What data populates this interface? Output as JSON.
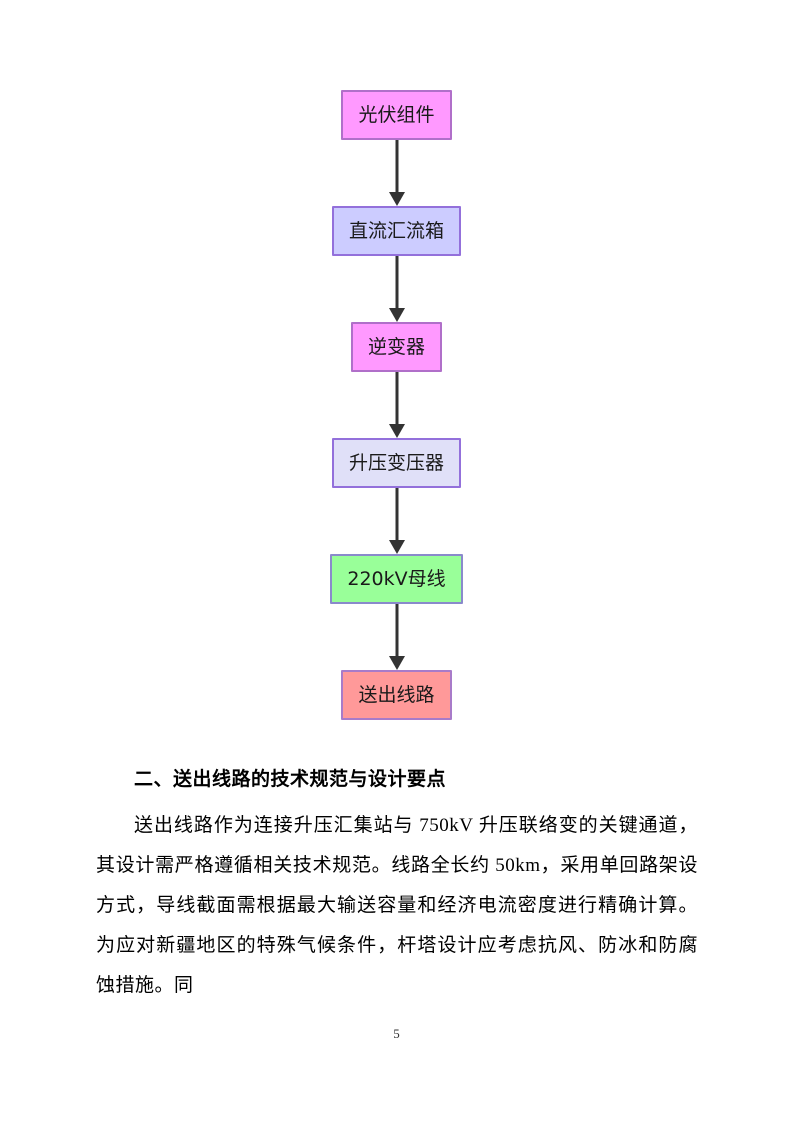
{
  "flowchart": {
    "nodes": [
      {
        "id": "pv-modules",
        "label": "光伏组件",
        "fill": "#FF99FF",
        "border": "#B06FC9"
      },
      {
        "id": "dc-combiner-box",
        "label": "直流汇流箱",
        "fill": "#CCCCFF",
        "border": "#9370DB"
      },
      {
        "id": "inverter",
        "label": "逆变器",
        "fill": "#FF99FF",
        "border": "#B06FC9"
      },
      {
        "id": "step-up-transformer",
        "label": "升压变压器",
        "fill": "#E0E0F8",
        "border": "#9370DB"
      },
      {
        "id": "busbar-220kv",
        "label": "220kV母线",
        "fill": "#99FF99",
        "border": "#8A8ACB"
      },
      {
        "id": "outgoing-line",
        "label": "送出线路",
        "fill": "#FF9999",
        "border": "#A87BC9"
      }
    ],
    "edges": [
      {
        "from": "pv-modules",
        "to": "dc-combiner-box"
      },
      {
        "from": "dc-combiner-box",
        "to": "inverter"
      },
      {
        "from": "inverter",
        "to": "step-up-transformer"
      },
      {
        "from": "step-up-transformer",
        "to": "busbar-220kv"
      },
      {
        "from": "busbar-220kv",
        "to": "outgoing-line"
      }
    ],
    "arrow_color": "#333333"
  },
  "document": {
    "heading": "二、送出线路的技术规范与设计要点",
    "paragraph": "送出线路作为连接升压汇集站与 750kV 升压联络变的关键通道，其设计需严格遵循相关技术规范。线路全长约 50km，采用单回路架设方式，导线截面需根据最大输送容量和经济电流密度进行精确计算。为应对新疆地区的特殊气候条件，杆塔设计应考虑抗风、防冰和防腐蚀措施。同"
  },
  "page": {
    "number": "5"
  }
}
